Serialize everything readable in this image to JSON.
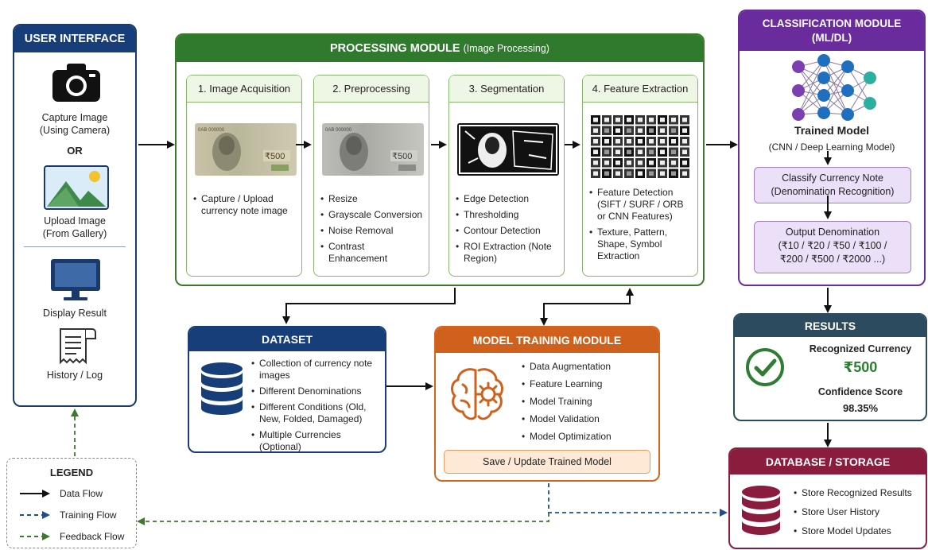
{
  "user_interface": {
    "title": "USER INTERFACE",
    "capture_label": "Capture Image\n(Using Camera)",
    "or_label": "OR",
    "upload_label": "Upload Image\n(From Gallery)",
    "display_label": "Display Result",
    "history_label": "History / Log"
  },
  "processing": {
    "title": "PROCESSING MODULE",
    "subtitle": "(Image Processing)",
    "steps": [
      {
        "title": "1. Image Acquisition",
        "items": [
          "Capture / Upload currency note image"
        ]
      },
      {
        "title": "2. Preprocessing",
        "items": [
          "Resize",
          "Grayscale Conversion",
          "Noise Removal",
          "Contrast Enhancement"
        ]
      },
      {
        "title": "3. Segmentation",
        "items": [
          "Edge Detection",
          "Thresholding",
          "Contour Detection",
          "ROI Extraction (Note Region)"
        ]
      },
      {
        "title": "4. Feature Extraction",
        "items": [
          "Feature Detection (SIFT / SURF / ORB or CNN Features)",
          "Texture, Pattern, Shape, Symbol Extraction"
        ]
      }
    ]
  },
  "classification": {
    "title": "CLASSIFICATION MODULE",
    "subtitle": "(ML/DL)",
    "model_title": "Trained Model",
    "model_sub": "(CNN / Deep Learning Model)",
    "classify_line1": "Classify Currency Note",
    "classify_line2": "(Denomination Recognition)",
    "output_line1": "Output Denomination",
    "output_line2": "(₹10 / ₹20 / ₹50 / ₹100 /",
    "output_line3": "₹200 / ₹500 / ₹2000 ...)"
  },
  "results": {
    "title": "RESULTS",
    "recognized_label": "Recognized Currency",
    "recognized_value": "₹500",
    "confidence_label": "Confidence Score",
    "confidence_value": "98.35%"
  },
  "database": {
    "title": "DATABASE / STORAGE",
    "items": [
      "Store Recognized Results",
      "Store User History",
      "Store Model Updates"
    ]
  },
  "dataset": {
    "title": "DATASET",
    "items": [
      "Collection of currency note images",
      "Different Denominations",
      "Different Conditions (Old, New, Folded, Damaged)",
      "Multiple Currencies (Optional)"
    ]
  },
  "training": {
    "title": "MODEL TRAINING MODULE",
    "items": [
      "Data Augmentation",
      "Feature Learning",
      "Model Training",
      "Model Validation",
      "Model Optimization"
    ],
    "save_label": "Save / Update Trained Model"
  },
  "legend": {
    "title": "LEGEND",
    "items": [
      "Data Flow",
      "Training Flow",
      "Feedback Flow"
    ]
  },
  "note_text": {
    "denomination": "₹500",
    "serial": "0AB 000000"
  },
  "colors": {
    "ui": "#173e78",
    "processing": "#2f7a2c",
    "classification": "#6a2c9c",
    "results": "#2d4b5f",
    "database": "#8a1c3e",
    "training": "#d0611c",
    "training_flow": "#1f4e8c",
    "feedback_flow": "#3a7a2a"
  },
  "icons": [
    "camera-icon",
    "image-icon",
    "monitor-icon",
    "receipt-icon",
    "neural-network-icon",
    "check-circle-icon",
    "database-icon",
    "brain-gear-icon"
  ]
}
